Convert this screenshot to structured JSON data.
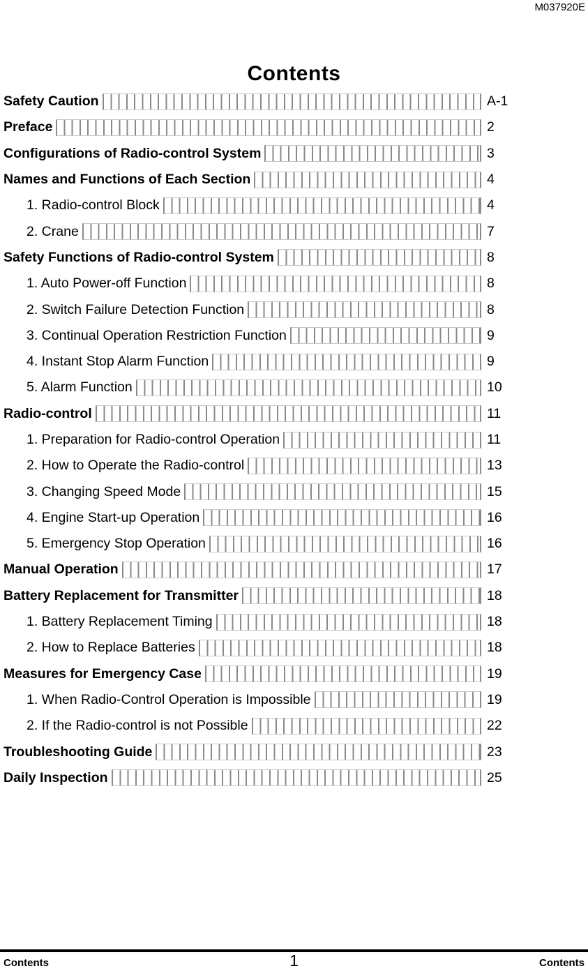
{
  "doc_code": "M037920E",
  "title": "Contents",
  "toc": {
    "entries": [
      {
        "label": "Safety Caution",
        "page": "A-1",
        "level": 0,
        "bold": true
      },
      {
        "label": "Preface",
        "page": "2",
        "level": 0,
        "bold": true
      },
      {
        "label": "Configurations of Radio-control System",
        "page": "3",
        "level": 0,
        "bold": true
      },
      {
        "label": "Names and Functions of Each Section",
        "page": "4",
        "level": 0,
        "bold": true
      },
      {
        "label": "1. Radio-control Block",
        "page": "4",
        "level": 1,
        "bold": false
      },
      {
        "label": "2. Crane",
        "page": "7",
        "level": 1,
        "bold": false
      },
      {
        "label": "Safety Functions of Radio-control System",
        "page": "8",
        "level": 0,
        "bold": true
      },
      {
        "label": "1. Auto Power-off Function",
        "page": "8",
        "level": 1,
        "bold": false
      },
      {
        "label": "2. Switch Failure Detection Function",
        "page": "8",
        "level": 1,
        "bold": false
      },
      {
        "label": "3. Continual Operation Restriction Function",
        "page": "9",
        "level": 1,
        "bold": false
      },
      {
        "label": "4. Instant Stop Alarm Function",
        "page": "9",
        "level": 1,
        "bold": false
      },
      {
        "label": "5. Alarm Function",
        "page": "10",
        "level": 1,
        "bold": false
      },
      {
        "label": "Radio-control",
        "page": "11",
        "level": 0,
        "bold": true
      },
      {
        "label": "1. Preparation for Radio-control Operation",
        "page": "11",
        "level": 1,
        "bold": false
      },
      {
        "label": "2. How to Operate the Radio-control",
        "page": "13",
        "level": 1,
        "bold": false
      },
      {
        "label": "3. Changing Speed Mode",
        "page": "15",
        "level": 1,
        "bold": false
      },
      {
        "label": "4. Engine Start-up Operation",
        "page": "16",
        "level": 1,
        "bold": false
      },
      {
        "label": "5. Emergency Stop Operation",
        "page": "16",
        "level": 1,
        "bold": false
      },
      {
        "label": "Manual Operation",
        "page": "17",
        "level": 0,
        "bold": true
      },
      {
        "label": "Battery Replacement for Transmitter",
        "page": "18",
        "level": 0,
        "bold": true
      },
      {
        "label": "1. Battery Replacement Timing",
        "page": "18",
        "level": 1,
        "bold": false
      },
      {
        "label": "2. How to Replace Batteries",
        "page": "18",
        "level": 1,
        "bold": false
      },
      {
        "label": "Measures for Emergency Case",
        "page": "19",
        "level": 0,
        "bold": true
      },
      {
        "label": "1. When Radio-Control Operation is Impossible",
        "page": "19",
        "level": 1,
        "bold": false
      },
      {
        "label": "2. If the Radio-control is not Possible",
        "page": "22",
        "level": 1,
        "bold": false
      },
      {
        "label": "Troubleshooting Guide",
        "page": "23",
        "level": 0,
        "bold": true
      },
      {
        "label": "Daily Inspection",
        "page": "25",
        "level": 0,
        "bold": true
      }
    ]
  },
  "footer": {
    "left": "Contents",
    "page_number": "1",
    "right": "Contents"
  }
}
